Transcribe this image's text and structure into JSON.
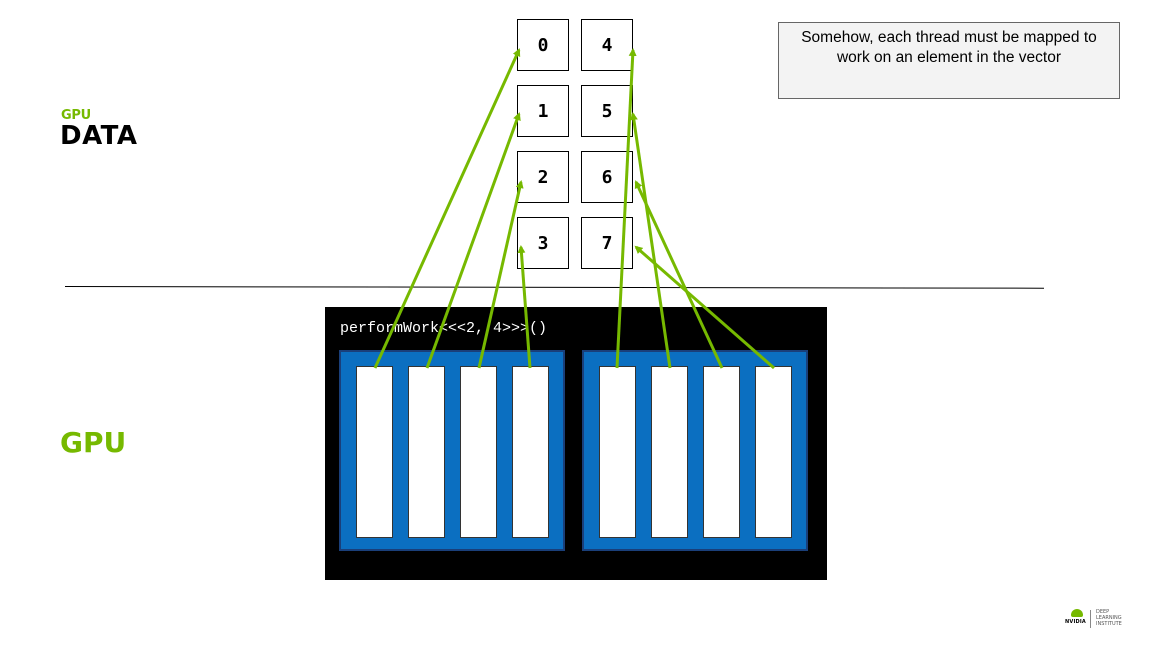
{
  "labels": {
    "data_prefix": "GPU",
    "data_title": "DATA",
    "gpu_title": "GPU"
  },
  "note": "Somehow, each thread must be mapped to work on an element in the vector",
  "kernel": {
    "label": "performWork<<<2, 4>>>()",
    "blocks": 2,
    "threads_per_block": 4
  },
  "vector": {
    "elements": [
      "0",
      "1",
      "2",
      "3",
      "4",
      "5",
      "6",
      "7"
    ]
  },
  "logo": {
    "brand": "NVIDIA",
    "line1": "DEEP",
    "line2": "LEARNING",
    "line3": "INSTITUTE"
  },
  "colors": {
    "accent_green": "#76b900",
    "block_blue": "#0b6fc1",
    "kernel_background": "#000000",
    "note_background": "#f3f3f3"
  }
}
